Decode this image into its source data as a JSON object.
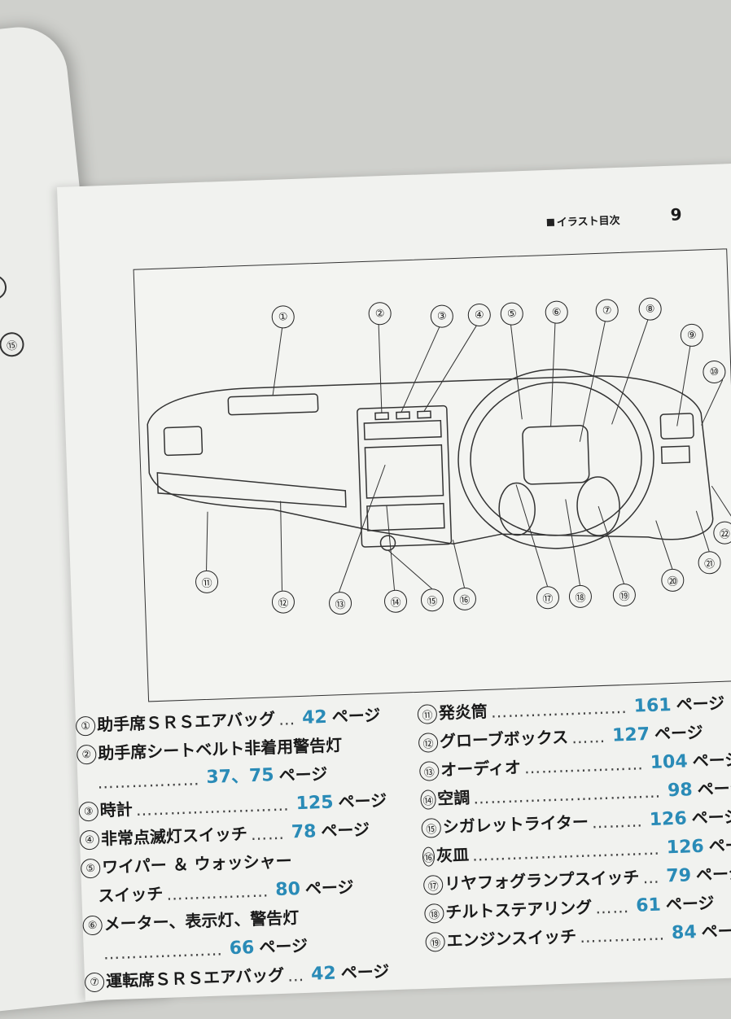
{
  "header": {
    "section": "イラスト目次",
    "page_number": "9"
  },
  "diagram": {
    "callouts": [
      "①",
      "②",
      "③",
      "④",
      "⑤",
      "⑥",
      "⑦",
      "⑧",
      "⑨",
      "⑩",
      "⑪",
      "⑫",
      "⑬",
      "⑭",
      "⑮",
      "⑯",
      "⑰",
      "⑱",
      "⑲",
      "⑳",
      "㉑",
      "㉒"
    ]
  },
  "prev_page": {
    "marks": [
      "⑭",
      "⑮"
    ]
  },
  "index_left": [
    {
      "num": "①",
      "label": "助手席ＳＲＳエアバッグ",
      "dots": "…",
      "page": "42",
      "unit": "ページ"
    },
    {
      "num": "②",
      "label": "助手席シートベルト非着用警告灯",
      "dots": "",
      "page": "",
      "unit": ""
    },
    {
      "num": "",
      "label": "",
      "dots": "………………",
      "page": "37、75",
      "unit": "ページ"
    },
    {
      "num": "③",
      "label": "時計",
      "dots": "………………………",
      "page": "125",
      "unit": "ページ"
    },
    {
      "num": "④",
      "label": "非常点滅灯スイッチ",
      "dots": "……",
      "page": "78",
      "unit": "ページ"
    },
    {
      "num": "⑤",
      "label": "ワイパー ＆ ウォッシャー",
      "dots": "",
      "page": "",
      "unit": ""
    },
    {
      "num": "",
      "label": "スイッチ",
      "dots": "………………",
      "page": "80",
      "unit": "ページ"
    },
    {
      "num": "⑥",
      "label": "メーター、表示灯、警告灯",
      "dots": "",
      "page": "",
      "unit": ""
    },
    {
      "num": "",
      "label": "",
      "dots": "…………………",
      "page": "66",
      "unit": "ページ"
    },
    {
      "num": "⑦",
      "label": "運転席ＳＲＳエアバッグ",
      "dots": "…",
      "page": "42",
      "unit": "ページ"
    }
  ],
  "index_right": [
    {
      "num": "⑪",
      "label": "発炎筒",
      "dots": "……………………",
      "page": "161",
      "unit": "ページ"
    },
    {
      "num": "⑫",
      "label": "グローブボックス",
      "dots": "……",
      "page": "127",
      "unit": "ページ"
    },
    {
      "num": "⑬",
      "label": "オーディオ",
      "dots": "…………………",
      "page": "104",
      "unit": "ページ"
    },
    {
      "num": "⑭",
      "label": "空調",
      "dots": "……………………………",
      "page": "98",
      "unit": "ページ"
    },
    {
      "num": "⑮",
      "label": "シガレットライター",
      "dots": "………",
      "page": "126",
      "unit": "ページ"
    },
    {
      "num": "⑯",
      "label": "灰皿",
      "dots": "……………………………",
      "page": "126",
      "unit": "ページ"
    },
    {
      "num": "⑰",
      "label": "リヤフォグランプスイッチ",
      "dots": "…",
      "page": "79",
      "unit": "ページ"
    },
    {
      "num": "⑱",
      "label": "チルトステアリング",
      "dots": "……",
      "page": "61",
      "unit": "ページ"
    },
    {
      "num": "⑲",
      "label": "エンジンスイッチ",
      "dots": "……………",
      "page": "84",
      "unit": "ページ"
    }
  ]
}
